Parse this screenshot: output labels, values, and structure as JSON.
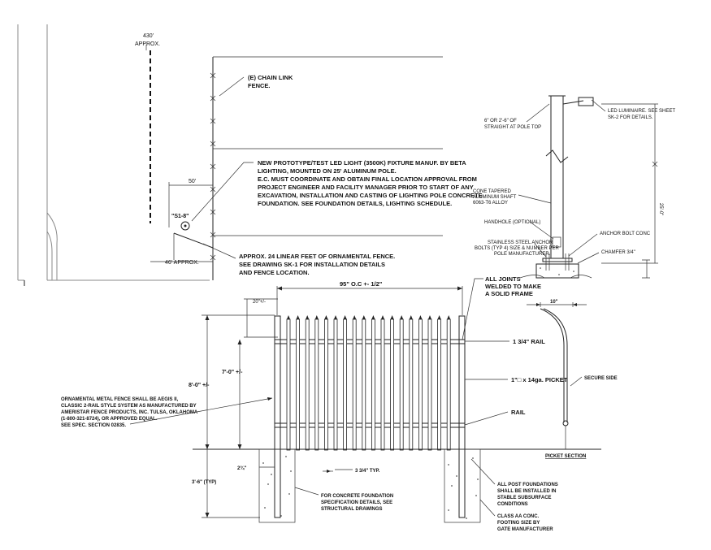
{
  "site_plan": {
    "approx_430": "430'",
    "approx_word": "APPROX.",
    "chain_link_line1": "(E) CHAIN LINK",
    "chain_link_line2": "FENCE.",
    "led_note": [
      "NEW PROTOTYPE/TEST LED LIGHT (3500K) FIXTURE MANUF. BY BETA",
      "LIGHTING, MOUNTED ON 25' ALUMINUM POLE.",
      "E.C. MUST COORDINATE  AND OBTAIN FINAL LOCATION APPROVAL FROM",
      "PROJECT ENGINEER AND FACILITY MANAGER PRIOR TO START OF ANY",
      "EXCAVATION, INSTALLATION  AND CASTING OF LIGHTING POLE CONCRETE",
      "FOUNDATION. SEE FOUNDATION DETAILS, LIGHTING SCHEDULE."
    ],
    "dim_50": "50'",
    "fixture_tag": "\"S1-8\"",
    "fence_note": [
      "APPROX. 24 LINEAR FEET OF ORNAMENTAL FENCE.",
      "SEE DRAWING SK-1 FOR INSTALLATION DETAILS",
      "AND FENCE LOCATION."
    ],
    "dim_46": "46' APPROX."
  },
  "pole_detail": {
    "luminaire_note": [
      "LED LUMINAIRE. SEE SHEET",
      "SK-2 FOR DETAILS."
    ],
    "pole_top_note": [
      "6\" OR 2'-6\" OF",
      "STRAIGHT AT POLE TOP"
    ],
    "shaft_note": [
      "CONE TAPERED",
      "ALUMINUM SHAFT",
      "6063-T6 ALLOY"
    ],
    "height_dim": "25'-0\"",
    "handhole": "HANDHOLE (OPTIONAL)",
    "anchor_conc": "ANCHOR BOLT CONC",
    "anchor_note": [
      "STAINLESS STEEL ANCHOR",
      "BOLTS (TYP 4) SIZE & NUMBER PER",
      "POLE MANUFACTURER."
    ],
    "chamfer": "CHAMFER 3/4\""
  },
  "fence_detail": {
    "top_dim": "95\" O.C +- 1/2\"",
    "joints_note": [
      "ALL JOINTS",
      "WELDED TO MAKE",
      "A SOLID FRAME"
    ],
    "dim_20": "20\"+/-",
    "rail_top": "1 3/4\" RAIL",
    "picket": "1\"□ x 14ga. PICKET",
    "rail": "RAIL",
    "dim_8ft": "8'-0\" +/-",
    "dim_7ft": "7'-0\" +/-",
    "ornamental_note": [
      "ORNAMENTAL METAL FENCE SHALL BE AEGIS II,",
      "CLASSIC 2-RAIL STYLE SYSTEM AS MANUFACTURED BY",
      "AMERISTAR FENCE PRODUCTS, INC. TULSA, OKLAHOMA",
      "(1-800-321-8724), OR APPROVED EQUAL.",
      "SEE SPEC. SECTION 02835."
    ],
    "dim_2": "2¾\"",
    "spacing": "3 3/4\" TYP.",
    "dim_3ft6": "3'-6\" (TYP)",
    "foundation_note": [
      "FOR CONCRETE FOUNDATION",
      "SPECIFICATION DETAILS, SEE",
      "STRUCTURAL DRAWINGS"
    ],
    "post_note": [
      "ALL POST FOUNDATIONS",
      "SHALL BE INSTALLED IN",
      "STABLE SUBSURFACE",
      "CONDITIONS"
    ],
    "class_note": [
      "CLASS AA CONC.",
      "FOOTING SIZE BY",
      "GATE MANUFACTURER"
    ]
  },
  "picket_section": {
    "dim_10": "10\"",
    "secure_side": "SECURE SIDE",
    "title": "PICKET SECTION"
  }
}
